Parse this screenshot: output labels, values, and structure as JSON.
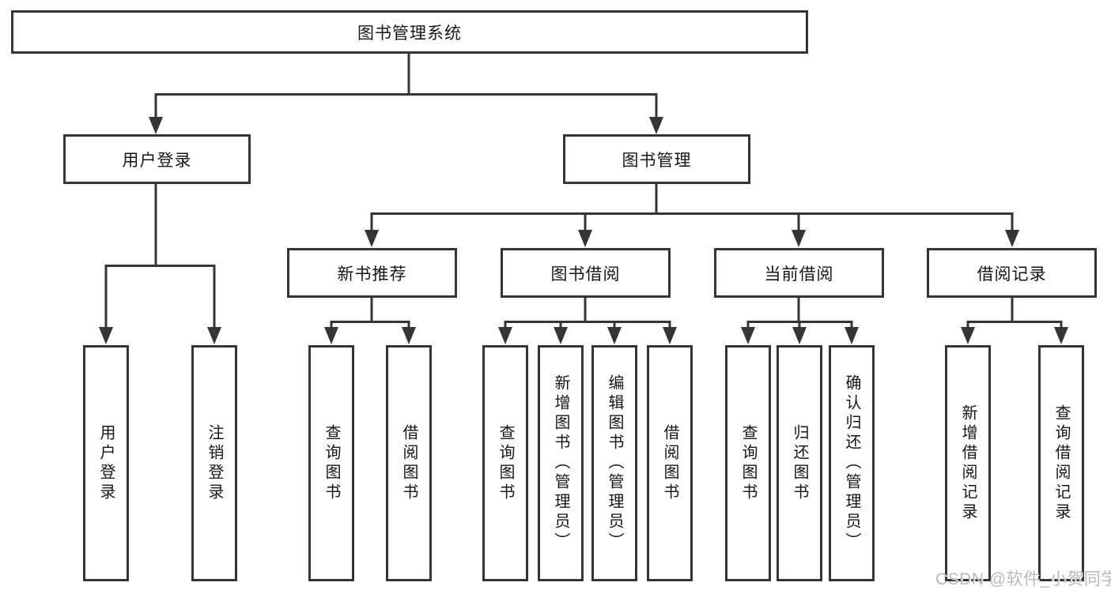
{
  "diagram": {
    "title": "图书管理系统",
    "line_color": "#353535",
    "tree": {
      "label": "图书管理系统",
      "children": [
        {
          "label": "用户登录",
          "children": [
            {
              "label": "用户登录"
            },
            {
              "label": "注销登录"
            }
          ]
        },
        {
          "label": "图书管理",
          "children": [
            {
              "label": "新书推荐",
              "children": [
                {
                  "label": "查询图书"
                },
                {
                  "label": "借阅图书"
                }
              ]
            },
            {
              "label": "图书借阅",
              "children": [
                {
                  "label": "查询图书"
                },
                {
                  "label": "新增图书（管理员）"
                },
                {
                  "label": "编辑图书（管理员）"
                },
                {
                  "label": "借阅图书"
                }
              ]
            },
            {
              "label": "当前借阅",
              "children": [
                {
                  "label": "查询图书"
                },
                {
                  "label": "归还图书"
                },
                {
                  "label": "确认归还（管理员）"
                }
              ]
            },
            {
              "label": "借阅记录",
              "children": [
                {
                  "label": "新增借阅记录"
                },
                {
                  "label": "查询借阅记录"
                }
              ]
            }
          ]
        }
      ]
    }
  },
  "watermark": {
    "text": "CSDN @软件_小贺同学"
  }
}
